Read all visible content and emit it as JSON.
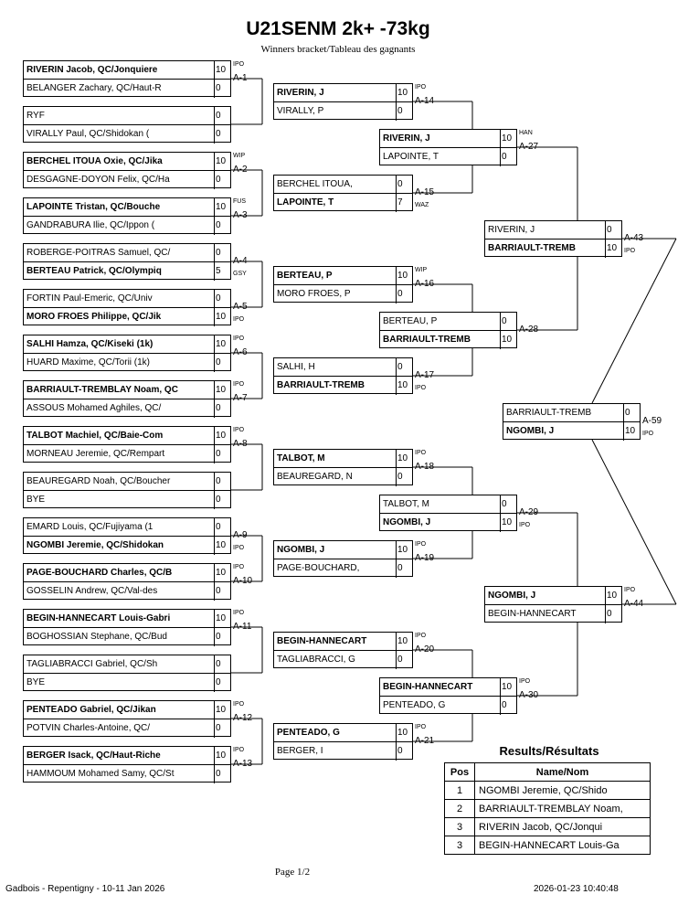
{
  "header": {
    "title": "U21SENM 2k+ -73kg",
    "subtitle": "Winners bracket/Tableau des gagnants"
  },
  "round1": [
    {
      "label": "A-1",
      "tag": "IPO",
      "top": {
        "name": "RIVERIN Jacob, QC/Jonquiere",
        "score": "10",
        "win": true
      },
      "bottom": {
        "name": "BELANGER Zachary, QC/Haut-R",
        "score": "0"
      }
    },
    {
      "label": "",
      "tag": "",
      "top": {
        "name": "RYF",
        "score": "0"
      },
      "bottom": {
        "name": "VIRALLY Paul, QC/Shidokan (",
        "score": "0"
      }
    },
    {
      "label": "A-2",
      "tag": "WIP",
      "top": {
        "name": "BERCHEL ITOUA Oxie, QC/Jika",
        "score": "10",
        "win": true
      },
      "bottom": {
        "name": "DESGAGNE-DOYON Felix, QC/Ha",
        "score": "0"
      }
    },
    {
      "label": "A-3",
      "tag": "FUS",
      "top": {
        "name": "LAPOINTE Tristan, QC/Bouche",
        "score": "10",
        "win": true
      },
      "bottom": {
        "name": "GANDRABURA Ilie, QC/Ippon (",
        "score": "0"
      }
    },
    {
      "label": "A-4",
      "tag": "GSY",
      "tagPos": "below",
      "top": {
        "name": "ROBERGE-POITRAS Samuel, QC/",
        "score": "0"
      },
      "bottom": {
        "name": "BERTEAU Patrick, QC/Olympiq",
        "score": "5",
        "win": true
      }
    },
    {
      "label": "A-5",
      "tag": "IPO",
      "tagPos": "below",
      "top": {
        "name": "FORTIN Paul-Emeric, QC/Univ",
        "score": "0"
      },
      "bottom": {
        "name": "MORO FROES Philippe, QC/Jik",
        "score": "10",
        "win": true
      }
    },
    {
      "label": "A-6",
      "tag": "IPO",
      "top": {
        "name": "SALHI Hamza, QC/Kiseki (1k)",
        "score": "10",
        "win": true
      },
      "bottom": {
        "name": "HUARD Maxime, QC/Torii (1k)",
        "score": "0"
      }
    },
    {
      "label": "A-7",
      "tag": "IPO",
      "top": {
        "name": "BARRIAULT-TREMBLAY Noam, QC",
        "score": "10",
        "win": true
      },
      "bottom": {
        "name": "ASSOUS Mohamed Aghiles, QC/",
        "score": "0"
      }
    },
    {
      "label": "A-8",
      "tag": "IPO",
      "top": {
        "name": "TALBOT Machiel, QC/Baie-Com",
        "score": "10",
        "win": true
      },
      "bottom": {
        "name": "MORNEAU Jeremie, QC/Rempart",
        "score": "0"
      }
    },
    {
      "label": "",
      "tag": "",
      "top": {
        "name": "BEAUREGARD Noah, QC/Boucher",
        "score": "0"
      },
      "bottom": {
        "name": "BYE",
        "score": "0"
      }
    },
    {
      "label": "A-9",
      "tag": "IPO",
      "tagPos": "below",
      "top": {
        "name": "EMARD Louis, QC/Fujiyama (1",
        "score": "0"
      },
      "bottom": {
        "name": "NGOMBI Jeremie, QC/Shidokan",
        "score": "10",
        "win": true
      }
    },
    {
      "label": "A-10",
      "tag": "IPO",
      "top": {
        "name": "PAGE-BOUCHARD Charles, QC/B",
        "score": "10",
        "win": true
      },
      "bottom": {
        "name": "GOSSELIN Andrew, QC/Val-des",
        "score": "0"
      }
    },
    {
      "label": "A-11",
      "tag": "IPO",
      "top": {
        "name": "BEGIN-HANNECART Louis-Gabri",
        "score": "10",
        "win": true
      },
      "bottom": {
        "name": "BOGHOSSIAN Stephane, QC/Bud",
        "score": "0"
      }
    },
    {
      "label": "",
      "tag": "",
      "top": {
        "name": "TAGLIABRACCI Gabriel, QC/Sh",
        "score": "0"
      },
      "bottom": {
        "name": "BYE",
        "score": "0"
      }
    },
    {
      "label": "A-12",
      "tag": "IPO",
      "top": {
        "name": "PENTEADO Gabriel, QC/Jikan",
        "score": "10",
        "win": true
      },
      "bottom": {
        "name": "POTVIN Charles-Antoine, QC/",
        "score": "0"
      }
    },
    {
      "label": "A-13",
      "tag": "IPO",
      "top": {
        "name": "BERGER Isack, QC/Haut-Riche",
        "score": "10",
        "win": true
      },
      "bottom": {
        "name": "HAMMOUM Mohamed Samy, QC/St",
        "score": "0"
      }
    }
  ],
  "round2": [
    {
      "label": "A-14",
      "tag": "IPO",
      "top": {
        "name": "RIVERIN, J",
        "score": "10",
        "win": true
      },
      "bottom": {
        "name": "VIRALLY, P",
        "score": "0"
      }
    },
    {
      "label": "A-15",
      "tag": "WAZ",
      "tagPos": "below",
      "top": {
        "name": "BERCHEL ITOUA,",
        "score": "0"
      },
      "bottom": {
        "name": "LAPOINTE, T",
        "score": "7",
        "win": true
      }
    },
    {
      "label": "A-16",
      "tag": "WIP",
      "top": {
        "name": "BERTEAU, P",
        "score": "10",
        "win": true
      },
      "bottom": {
        "name": "MORO FROES, P",
        "score": "0"
      }
    },
    {
      "label": "A-17",
      "tag": "IPO",
      "tagPos": "below",
      "top": {
        "name": "SALHI, H",
        "score": "0"
      },
      "bottom": {
        "name": "BARRIAULT-TREMB",
        "score": "10",
        "win": true
      }
    },
    {
      "label": "A-18",
      "tag": "IPO",
      "top": {
        "name": "TALBOT, M",
        "score": "10",
        "win": true
      },
      "bottom": {
        "name": "BEAUREGARD, N",
        "score": "0"
      }
    },
    {
      "label": "A-19",
      "tag": "IPO",
      "top": {
        "name": "NGOMBI, J",
        "score": "10",
        "win": true
      },
      "bottom": {
        "name": "PAGE-BOUCHARD,",
        "score": "0"
      }
    },
    {
      "label": "A-20",
      "tag": "IPO",
      "top": {
        "name": "BEGIN-HANNECART",
        "score": "10",
        "win": true
      },
      "bottom": {
        "name": "TAGLIABRACCI, G",
        "score": "0"
      }
    },
    {
      "label": "A-21",
      "tag": "IPO",
      "top": {
        "name": "PENTEADO, G",
        "score": "10",
        "win": true
      },
      "bottom": {
        "name": "BERGER, I",
        "score": "0"
      }
    }
  ],
  "round3": [
    {
      "label": "A-27",
      "tag": "HAN",
      "top": {
        "name": "RIVERIN, J",
        "score": "10",
        "win": true
      },
      "bottom": {
        "name": "LAPOINTE, T",
        "score": "0"
      }
    },
    {
      "label": "A-28",
      "tag": "",
      "top": {
        "name": "BERTEAU, P",
        "score": "0"
      },
      "bottom": {
        "name": "BARRIAULT-TREMB",
        "score": "10",
        "win": true
      }
    },
    {
      "label": "A-29",
      "tag": "IPO",
      "tagPos": "below",
      "top": {
        "name": "TALBOT, M",
        "score": "0"
      },
      "bottom": {
        "name": "NGOMBI, J",
        "score": "10",
        "win": true
      }
    },
    {
      "label": "A-30",
      "tag": "IPO",
      "top": {
        "name": "BEGIN-HANNECART",
        "score": "10",
        "win": true
      },
      "bottom": {
        "name": "PENTEADO, G",
        "score": "0"
      }
    }
  ],
  "round4": [
    {
      "label": "A-43",
      "tag": "IPO",
      "tagPos": "below",
      "top": {
        "name": "RIVERIN, J",
        "score": "0"
      },
      "bottom": {
        "name": "BARRIAULT-TREMB",
        "score": "10",
        "win": true
      }
    },
    {
      "label": "A-44",
      "tag": "IPO",
      "top": {
        "name": "NGOMBI, J",
        "score": "10",
        "win": true
      },
      "bottom": {
        "name": "BEGIN-HANNECART",
        "score": "0"
      }
    }
  ],
  "final": {
    "label": "A-59",
    "tag": "IPO",
    "tagPos": "below",
    "top": {
      "name": "BARRIAULT-TREMB",
      "score": "0"
    },
    "bottom": {
      "name": "NGOMBI, J",
      "score": "10",
      "win": true
    }
  },
  "results": {
    "title": "Results/Résultats",
    "col_pos": "Pos",
    "col_name": "Name/Nom",
    "rows": [
      {
        "pos": "1",
        "name": "NGOMBI Jeremie, QC/Shido"
      },
      {
        "pos": "2",
        "name": "BARRIAULT-TREMBLAY Noam,"
      },
      {
        "pos": "3",
        "name": "RIVERIN Jacob, QC/Jonqui"
      },
      {
        "pos": "3",
        "name": "BEGIN-HANNECART Louis-Ga"
      }
    ]
  },
  "footer": {
    "page": "Page 1/2",
    "event": "Gadbois - Repentigny - 10-11 Jan 2026",
    "timestamp": "2026-01-23 10:40:48"
  }
}
